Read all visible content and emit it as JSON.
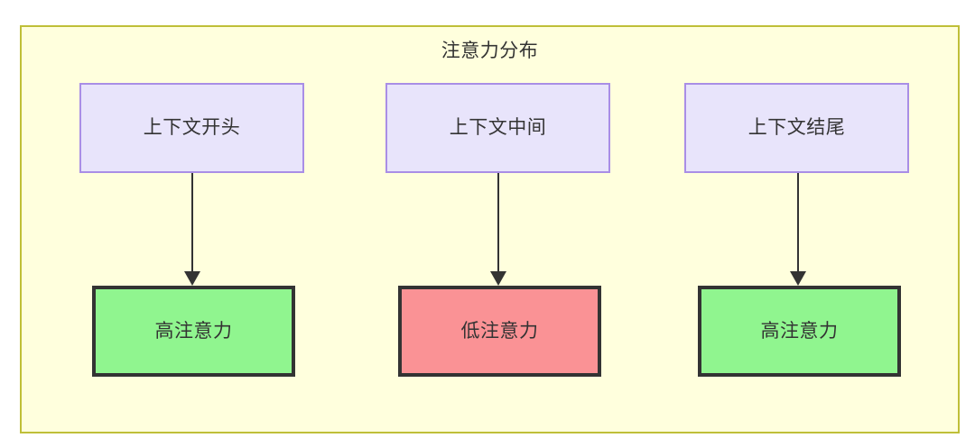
{
  "diagram": {
    "title": "注意力分布",
    "colors": {
      "container_fill": "#ffffdd",
      "container_border": "#bfbf38",
      "context_fill": "#e8e4fb",
      "context_border": "#a98ee6",
      "high_attention_fill": "#90f58f",
      "low_attention_fill": "#fa9295",
      "node_border": "#333333",
      "text": "#333333"
    },
    "context_nodes": [
      {
        "id": "ctx-start",
        "label": "上下文开头"
      },
      {
        "id": "ctx-middle",
        "label": "上下文中间"
      },
      {
        "id": "ctx-end",
        "label": "上下文结尾"
      }
    ],
    "attention_nodes": [
      {
        "id": "attn-start",
        "label": "高注意力",
        "level": "high"
      },
      {
        "id": "attn-middle",
        "label": "低注意力",
        "level": "low"
      },
      {
        "id": "attn-end",
        "label": "高注意力",
        "level": "high"
      }
    ],
    "edges": [
      {
        "from": "上下文开头",
        "to": "高注意力"
      },
      {
        "from": "上下文中间",
        "to": "低注意力"
      },
      {
        "from": "上下文结尾",
        "to": "高注意力"
      }
    ]
  }
}
